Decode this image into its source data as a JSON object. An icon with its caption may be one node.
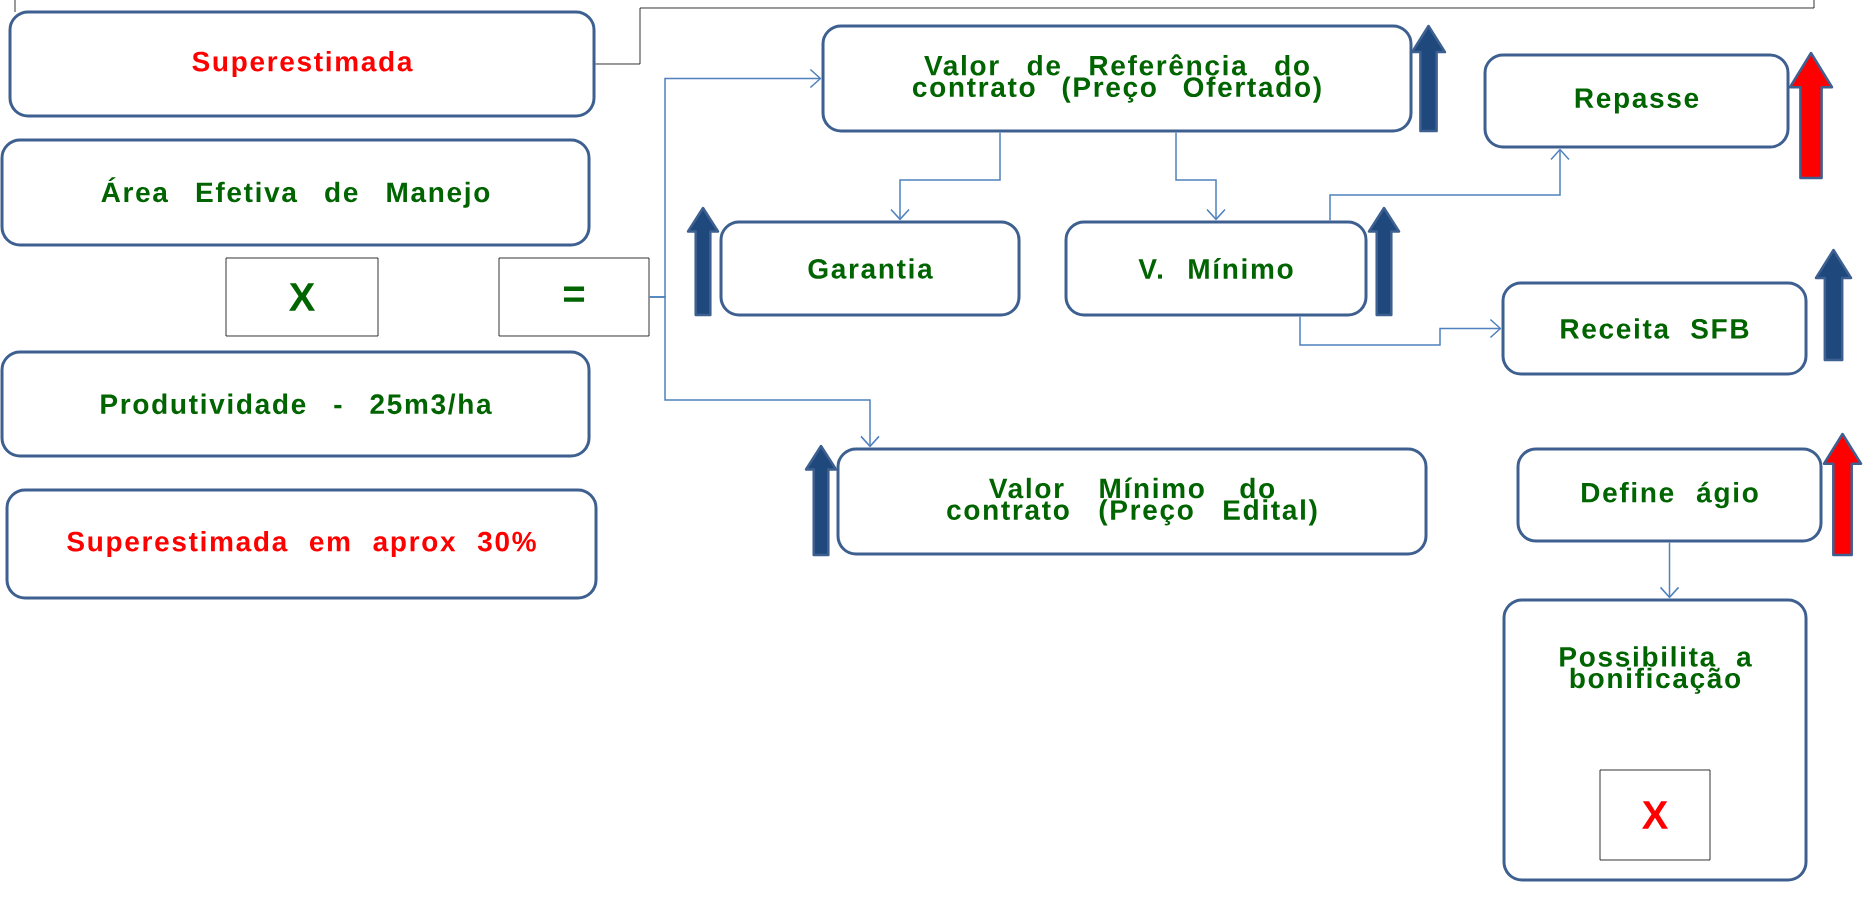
{
  "diagram": {
    "nodes": [
      {
        "text": [
          "Superestimada"
        ]
      },
      {
        "text": [
          "Área Efetiva de Manejo"
        ]
      },
      {
        "text": [
          "X"
        ]
      },
      {
        "text": [
          "Produtividade - 25m3/ha"
        ]
      },
      {
        "text": [
          "Superestimada em aprox 30%"
        ]
      },
      {
        "text": [
          "="
        ]
      },
      {
        "text": [
          "Valor de Referência do contrato (Preço Ofertado)"
        ]
      },
      {
        "text": [
          "Garantia"
        ]
      },
      {
        "text": [
          "V. Mínimo"
        ]
      },
      {
        "text": [
          "Valor  Mínimo do contrato (Preço Edital)"
        ]
      },
      {
        "text": [
          "Repasse"
        ]
      },
      {
        "text": [
          "Receita SFB"
        ]
      },
      {
        "text": [
          "Define ágio"
        ]
      },
      {
        "text": [
          "Possibilita a bonificação"
        ]
      },
      {
        "text": [
          "X"
        ],
        "in": 13
      }
    ],
    "edges": [
      {
        "from": 0,
        "to": null,
        "arrow": "none",
        "color": "#000000"
      },
      {
        "from": 5,
        "to": 6,
        "arrow": "to"
      },
      {
        "from": 5,
        "to": 9,
        "arrow": "to"
      },
      {
        "from": 6,
        "to": 7,
        "arrow": "to"
      },
      {
        "from": 6,
        "to": 8,
        "arrow": "to"
      },
      {
        "from": 8,
        "to": 10,
        "arrow": "to"
      },
      {
        "from": 8,
        "to": 11,
        "arrow": "to"
      },
      {
        "from": 12,
        "to": 13,
        "arrow": "to"
      }
    ]
  }
}
